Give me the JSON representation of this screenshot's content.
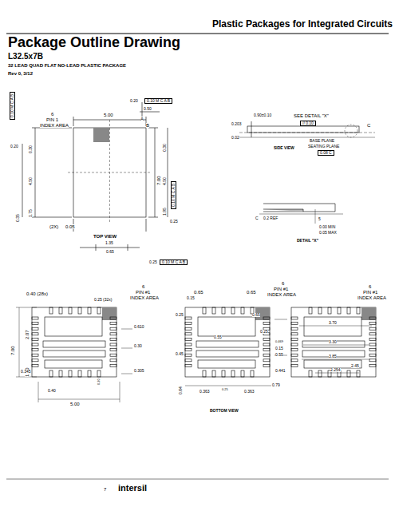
{
  "diagram": {
    "title": "Package Outline Drawing",
    "labels": [
      "Plastic Packages for Integrated Circuits",
      "L32.5x7B",
      "32 LEAD QUAD FLAT NO-LEAD PLASTIC PACKAGE",
      "Rev 0, 3/12",
      "0.20",
      "0.10 M C A B",
      "0.50",
      "0.10 M C A B",
      "6",
      "PIN 1",
      "INDEX AREA",
      "5.00",
      "A",
      "B",
      "0.20",
      "0.30",
      "4.50",
      "1.75",
      "0.35",
      "7.00",
      "0.30",
      "4.50",
      "1.95",
      "0.10 M C A B",
      "0.25",
      "(2X)",
      "0.05",
      "TOP VIEW",
      "1.35",
      "0.65",
      "0.25",
      "0.10 M C A B",
      "0.90±0.10",
      "SEE DETAIL \"X\"",
      "0.203",
      "// 0.10",
      "C",
      "BASE PLANE",
      "SEATING PLANE",
      "0.08 C",
      "0.02",
      "SIDE VIEW",
      "C",
      "0.2 REF",
      "5",
      "0.00 MIN",
      "0.05 MAX",
      "DETAIL \"X\"",
      "0.40 (28x)",
      "0.25 (32x)",
      "6",
      "PIN #1",
      "INDEX AREA",
      "2.07",
      "7.00",
      "0.610",
      "0.30",
      "1.00",
      "0.345",
      "0.305",
      "0.20",
      "0.40",
      "5.00",
      "0.65",
      "0.15",
      "0.65",
      "6",
      "PIN #1",
      "INDEX AREA",
      "0.25",
      "0.65",
      "0.25",
      "0.55",
      "0.469",
      "0.15",
      "0.45",
      "0.55",
      "0.441",
      "0.64",
      "0.25",
      "0.363",
      "0.363",
      "0.79",
      "BOTTOM VIEW",
      "6",
      "PIN #1",
      "INDEX AREA",
      "3.70",
      "3.30",
      "3.85",
      "2.45",
      "2.254",
      "7",
      "intersil"
    ]
  }
}
